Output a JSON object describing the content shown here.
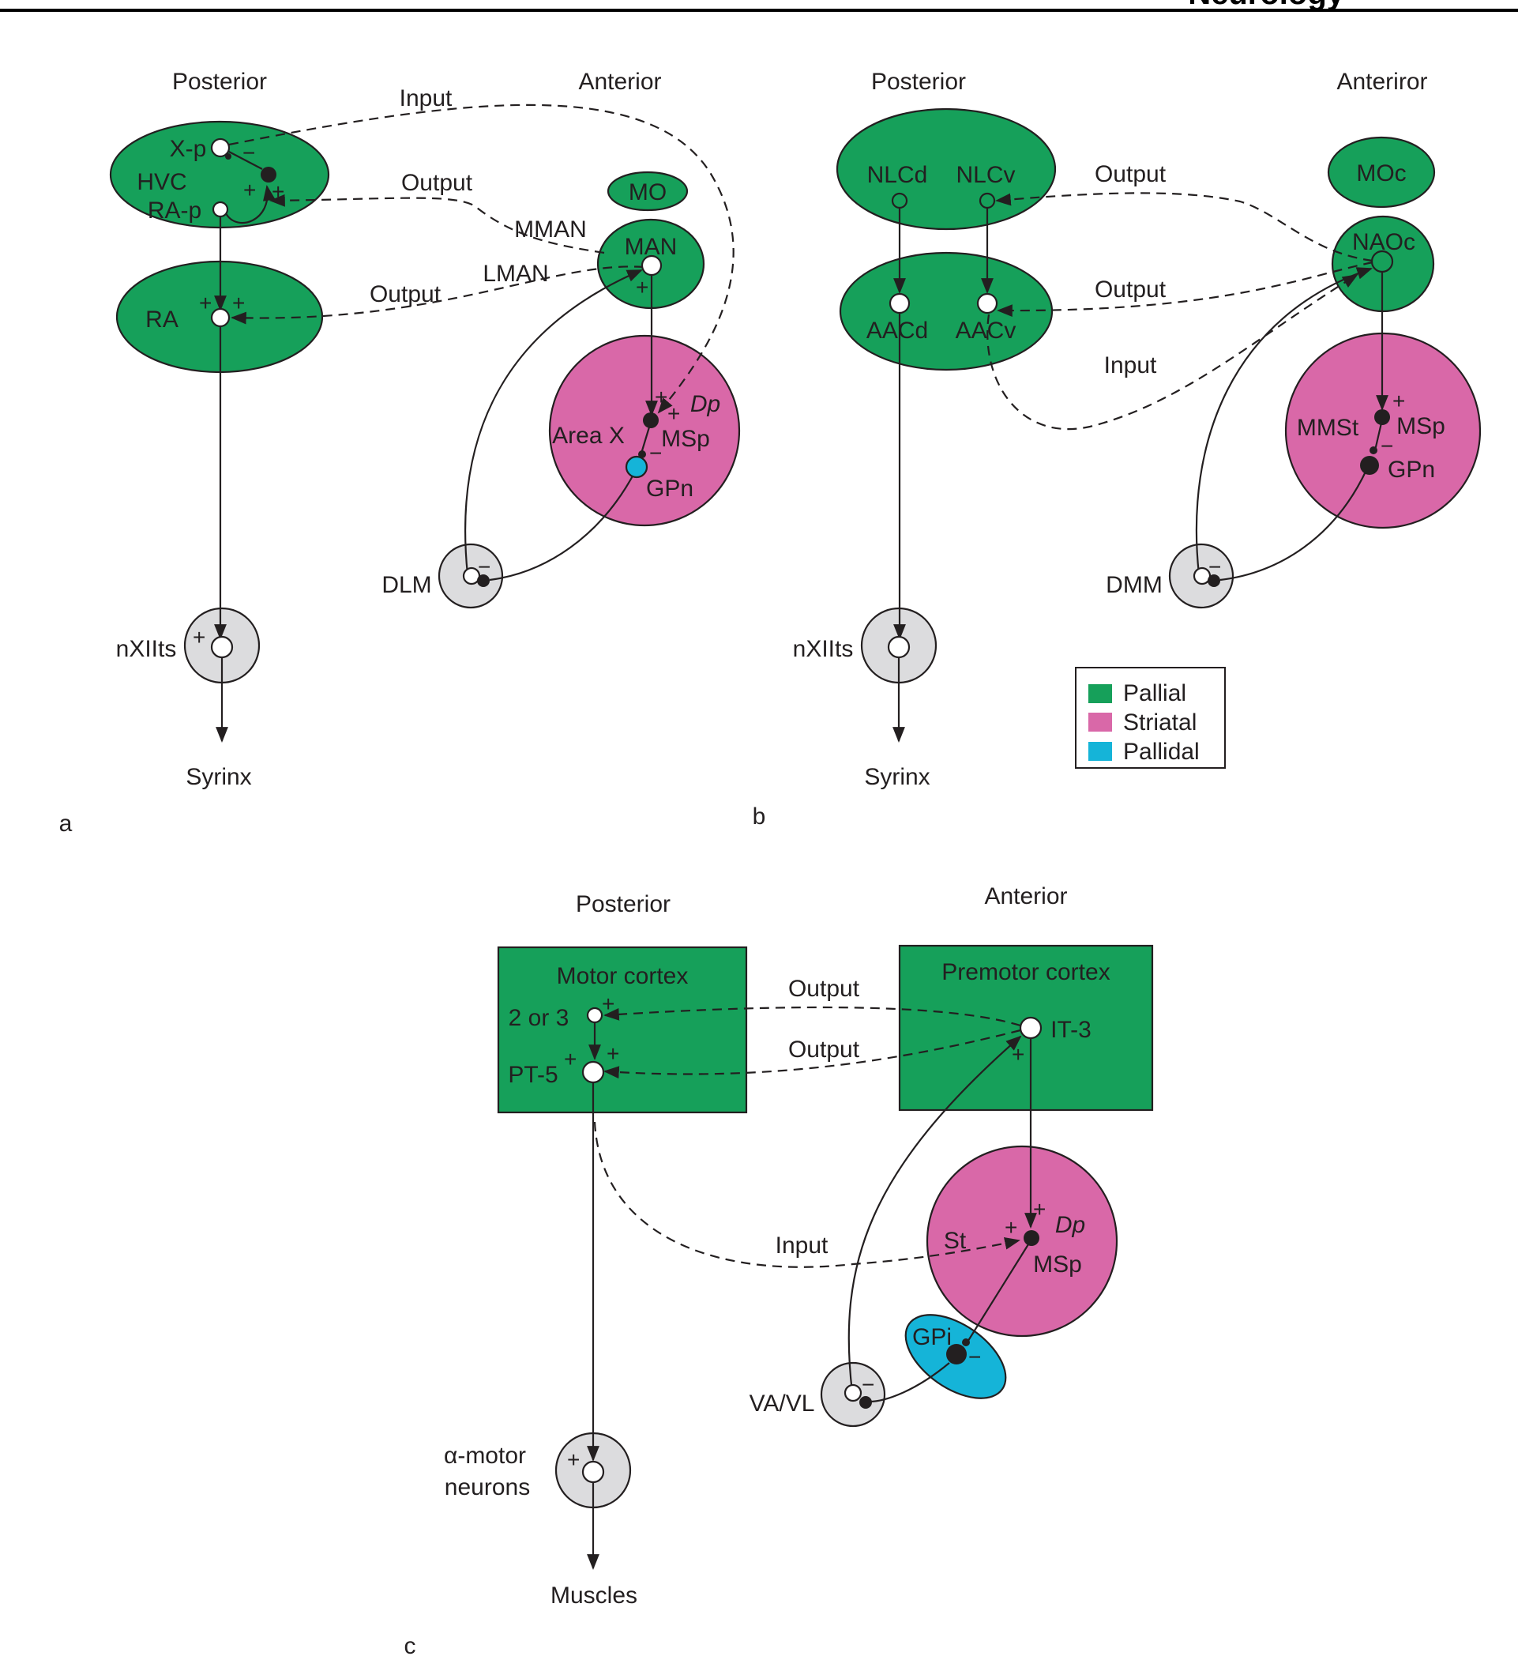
{
  "running_head": "Neurology",
  "colors": {
    "pallial": "#16a05a",
    "striatal": "#d968a8",
    "pallidal": "#15b4d8",
    "thalamic": "#dcdcde",
    "ink": "#231f20"
  },
  "panel_a": {
    "label": "a",
    "posterior": "Posterior",
    "anterior": "Anterior",
    "regions": {
      "hvc": "HVC",
      "ra": "RA",
      "mo": "MO",
      "man": "MAN",
      "area_x": "Area X",
      "dlm": "DLM",
      "nxiits": "nXIIts"
    },
    "cells": {
      "xp": "X-p",
      "rap": "RA-p",
      "msp": "MSp",
      "gpn": "GPn",
      "dp": "Dp"
    },
    "pathways": {
      "input": "Input",
      "output1": "Output",
      "output2": "Output",
      "mman": "MMAN",
      "lman": "LMAN"
    },
    "target": "Syrinx"
  },
  "panel_b": {
    "label": "b",
    "posterior": "Posterior",
    "anterior": "Anteriror",
    "regions": {
      "moc": "MOc",
      "naoc": "NAOc",
      "mmst": "MMSt",
      "dmm": "DMM",
      "nxiits": "nXIIts"
    },
    "cells": {
      "nlcd": "NLCd",
      "nlcv": "NLCv",
      "aacd": "AACd",
      "aacv": "AACv",
      "msp": "MSp",
      "gpn": "GPn"
    },
    "pathways": {
      "output1": "Output",
      "output2": "Output",
      "input": "Input"
    },
    "target": "Syrinx",
    "legend": [
      {
        "label": "Pallial",
        "color": "#16a05a"
      },
      {
        "label": "Striatal",
        "color": "#d968a8"
      },
      {
        "label": "Pallidal",
        "color": "#15b4d8"
      }
    ]
  },
  "panel_c": {
    "label": "c",
    "posterior": "Posterior",
    "anterior": "Anterior",
    "regions": {
      "motor": "Motor cortex",
      "premotor": "Premotor cortex",
      "st": "St",
      "gpi": "GPi",
      "vavl": "VA/VL"
    },
    "cells": {
      "l23": "2 or 3",
      "pt5": "PT-5",
      "it3": "IT-3",
      "msp": "MSp",
      "dp": "Dp"
    },
    "pathways": {
      "output1": "Output",
      "output2": "Output",
      "input": "Input"
    },
    "motor_neurons_line1": "α-motor",
    "motor_neurons_line2": "neurons",
    "target": "Muscles"
  },
  "signs": {
    "plus": "+",
    "minus": "−"
  }
}
